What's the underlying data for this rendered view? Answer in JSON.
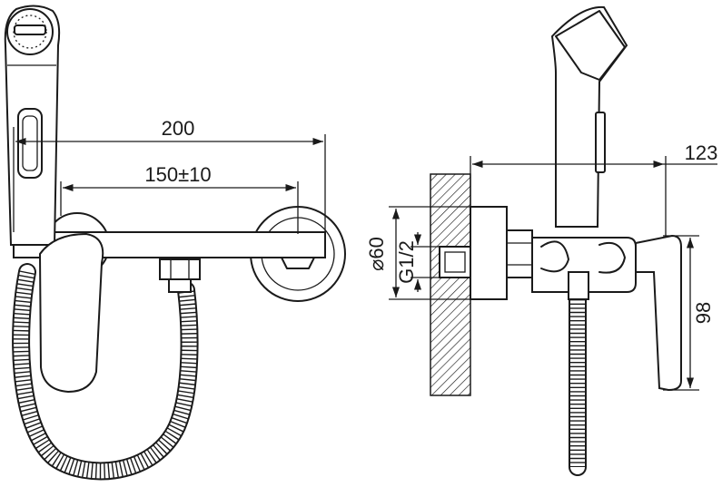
{
  "dimensions": {
    "overall_width": "200",
    "center_distance": "150±10",
    "depth": "123",
    "diameter": "⌀60",
    "thread": "G1/2",
    "height": "98"
  }
}
